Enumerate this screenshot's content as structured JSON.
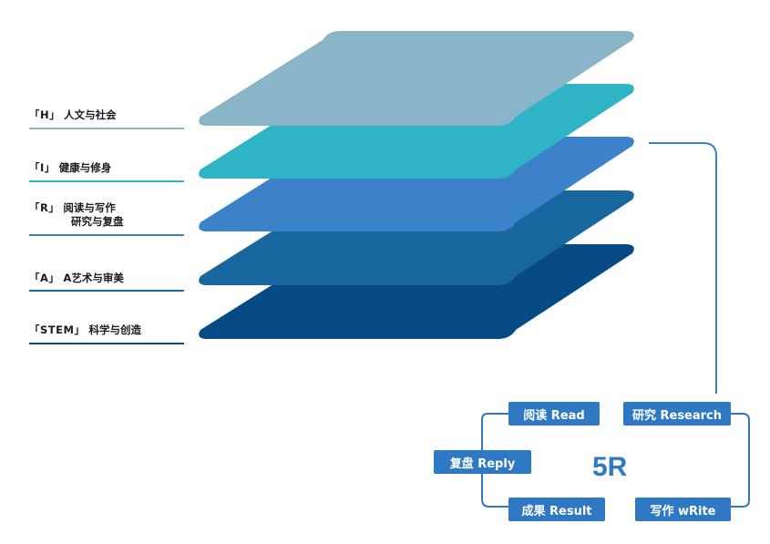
{
  "layers": [
    {
      "code": "「H」",
      "lines": [
        "人文与社会"
      ],
      "color": "#8ab5c9",
      "line_color": "#8ab5c9"
    },
    {
      "code": "「I」",
      "lines": [
        "健康与修身"
      ],
      "color": "#2fb4c6",
      "line_color": "#2fb4c6"
    },
    {
      "code": "「R」",
      "lines": [
        "阅读与写作",
        "研究与复盘"
      ],
      "color": "#3b82ca",
      "line_color": "#3b82ca"
    },
    {
      "code": "「A」",
      "lines": [
        "A艺术与审美"
      ],
      "color": "#17679e",
      "line_color": "#17679e"
    },
    {
      "code": "「STEM」",
      "lines": [
        "科学与创造"
      ],
      "color": "#064a86",
      "line_color": "#064a86"
    }
  ],
  "cycle": {
    "center": "5R",
    "steps": [
      {
        "id": "read",
        "label": "阅读 Read"
      },
      {
        "id": "research",
        "label": "研究 Research"
      },
      {
        "id": "write",
        "label": "写作 wRite"
      },
      {
        "id": "result",
        "label": "成果 Result"
      },
      {
        "id": "reply",
        "label": "复盘 Reply"
      }
    ],
    "color": "#2f78c4"
  }
}
